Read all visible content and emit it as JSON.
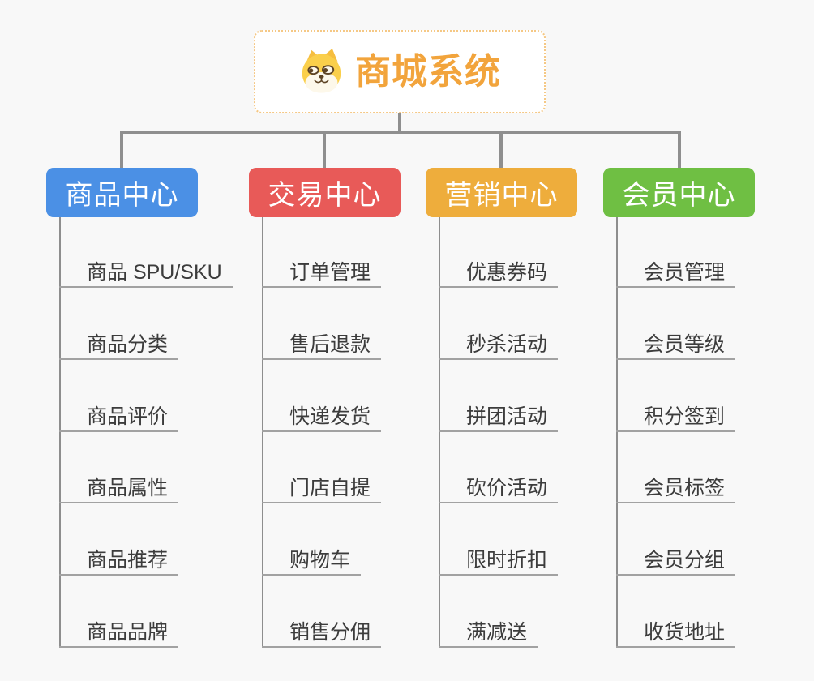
{
  "title": "商城系统",
  "colors": {
    "background": "#F8F8F8",
    "connector": "#8F8F8F",
    "spine": "#8E8E8E",
    "underline": "#A2A2A2",
    "item_text": "#3C3C3C"
  },
  "root": {
    "title": "商城系统",
    "icon": "dog-face-icon",
    "text_color": "#F2A43C",
    "border_color": "#F5C885"
  },
  "branches": [
    {
      "label": "商品中心",
      "color": "#4B90E5",
      "items": [
        "商品 SPU/SKU",
        "商品分类",
        "商品评价",
        "商品属性",
        "商品推荐",
        "商品品牌"
      ]
    },
    {
      "label": "交易中心",
      "color": "#E85A58",
      "items": [
        "订单管理",
        "售后退款",
        "快递发货",
        "门店自提",
        "购物车",
        "销售分佣"
      ]
    },
    {
      "label": "营销中心",
      "color": "#EEAD3C",
      "items": [
        "优惠券码",
        "秒杀活动",
        "拼团活动",
        "砍价活动",
        "限时折扣",
        "满减送"
      ]
    },
    {
      "label": "会员中心",
      "color": "#6FBF43",
      "items": [
        "会员管理",
        "会员等级",
        "积分签到",
        "会员标签",
        "会员分组",
        "收货地址"
      ]
    }
  ]
}
